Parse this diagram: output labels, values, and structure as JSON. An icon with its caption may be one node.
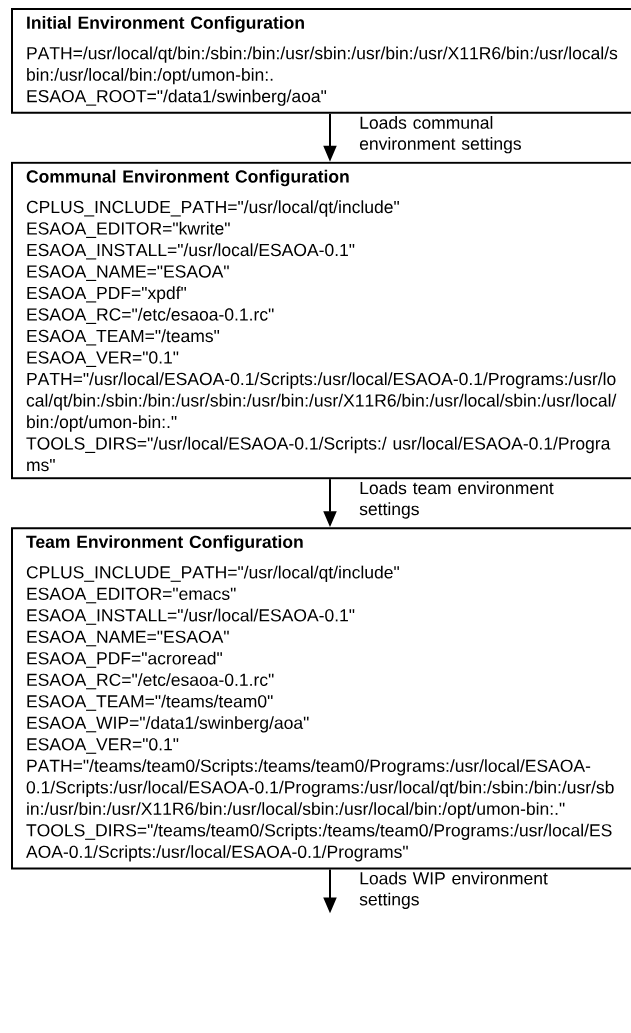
{
  "diagram": {
    "nodes": [
      {
        "text": [
          "Initial Environment Configuration",
          "PATH=/usr/local/qt/bin:/sbin:/bin:/usr/sbin:/usr/bin:/usr/X11R6/bin:/usr/local/sbin:/usr/local/bin:/opt/umon-bin:.",
          "ESAOA_ROOT=\"/data1/swinberg/aoa\""
        ]
      },
      {
        "text": [
          "Communal Environment Configuration",
          "CPLUS_INCLUDE_PATH=\"/usr/local/qt/include\"",
          "ESAOA_EDITOR=\"kwrite\"",
          "ESAOA_INSTALL=\"/usr/local/ESAOA-0.1\"",
          "ESAOA_NAME=\"ESAOA\"",
          "ESAOA_PDF=\"xpdf\"",
          "ESAOA_RC=\"/etc/esaoa-0.1.rc\"",
          "ESAOA_TEAM=\"/teams\"",
          "ESAOA_VER=\"0.1\"",
          "PATH=\"/usr/local/ESAOA-0.1/Scripts:/usr/local/ESAOA-0.1/Programs:/usr/local/qt/bin:/sbin:/bin:/usr/sbin:/usr/bin:/usr/X11R6/bin:/usr/local/sbin:/usr/local/bin:/opt/umon-bin:.\"",
          "TOOLS_DIRS=\"/usr/local/ESAOA-0.1/Scripts:/ usr/local/ESAOA-0.1/Programs\""
        ]
      },
      {
        "text": [
          "Team Environment Configuration",
          "CPLUS_INCLUDE_PATH=\"/usr/local/qt/include\"",
          "ESAOA_EDITOR=\"emacs\"",
          "ESAOA_INSTALL=\"/usr/local/ESAOA-0.1\"",
          "ESAOA_NAME=\"ESAOA\"",
          "ESAOA_PDF=\"acroread\"",
          "ESAOA_RC=\"/etc/esaoa-0.1.rc\"",
          "ESAOA_TEAM=\"/teams/team0\"",
          "ESAOA_WIP=\"/data1/swinberg/aoa\"",
          "ESAOA_VER=\"0.1\"",
          "PATH=\"/teams/team0/Scripts:/teams/team0/Programs:/usr/local/ESAOA-0.1/Scripts:/usr/local/ESAOA-0.1/Programs:/usr/local/qt/bin:/sbin:/bin:/usr/sbin:/usr/bin:/usr/X11R6/bin:/usr/local/sbin:/usr/local/bin:/opt/umon-bin:.\"",
          "TOOLS_DIRS=\"/teams/team0/Scripts:/teams/team0/Programs:/usr/local/ESAOA-0.1/Scripts:/usr/local/ESAOA-0.1/Programs\""
        ]
      }
    ],
    "edges": [
      {
        "from": 0,
        "to": 1,
        "arrow": "to",
        "label": "Loads communal environment settings"
      },
      {
        "from": 1,
        "to": 2,
        "arrow": "to",
        "label": "Loads team environment settings"
      },
      {
        "from": 2,
        "to": null,
        "arrow": "to",
        "label": "Loads WIP environment settings"
      }
    ]
  }
}
